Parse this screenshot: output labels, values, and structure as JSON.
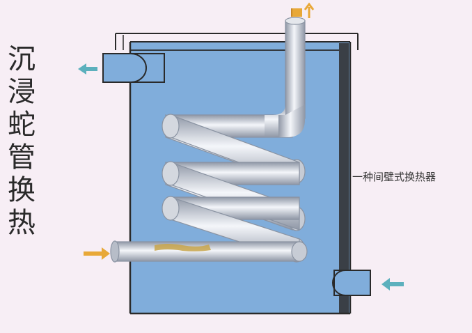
{
  "title_chars": [
    "沉",
    "浸",
    "蛇",
    "管",
    "换",
    "热"
  ],
  "side_label": "一种间壁式换热器",
  "colors": {
    "background": "#f7eef5",
    "liquid": "#80addb",
    "tank_outline": "#2a2a2a",
    "pipe_light": "#f2f4f8",
    "pipe_dark": "#8f97a6",
    "arrow_blue": "#5cb0bd",
    "arrow_orange": "#e8a838"
  },
  "icons": {
    "hot_outlet_arrow": "arrow-up-icon",
    "hot_inlet_arrow": "arrow-right-icon",
    "cold_inlet_arrow": "arrow-left-icon",
    "cold_outlet_arrow": "arrow-left-icon"
  }
}
